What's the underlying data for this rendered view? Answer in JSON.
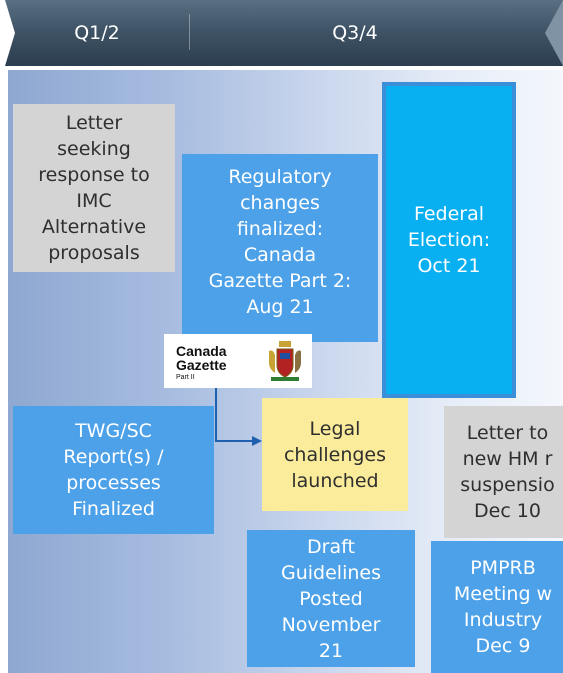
{
  "header": {
    "q12": "Q1/2",
    "q34": "Q3/4"
  },
  "boxes": {
    "letter_imc": "Letter\nseeking\nresponse to\nIMC\nAlternative\nproposals",
    "regulatory": "Regulatory\nchanges\nfinalized:\nCanada\nGazette Part 2:\nAug 21",
    "federal": "Federal\nElection:\nOct 21",
    "twg": "TWG/SC\nReport(s) /\nprocesses\nFinalized",
    "legal": "Legal\nchallenges\nlaunched",
    "letter_hm": "Letter to\nnew HM r\nsuspensio\nDec 10",
    "draft": "Draft\nGuidelines\nPosted\nNovember\n21",
    "pmprb": "PMPRB\nMeeting w\nIndustry\nDec 9"
  },
  "logo": {
    "line1": "Canada",
    "line2": "Gazette",
    "line3": "Part II"
  },
  "colors": {
    "blue": "#4da1e8",
    "cyan": "#08aff1",
    "gray": "#d4d4d4",
    "yellow": "#fbec9b",
    "header": "#3f5466"
  }
}
